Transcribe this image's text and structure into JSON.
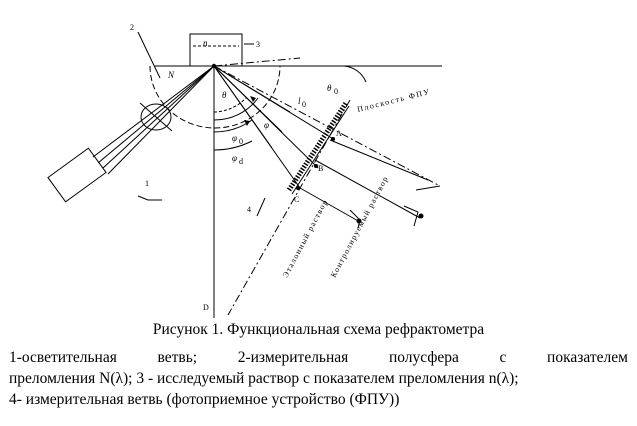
{
  "diagram": {
    "labels": {
      "n2": "2",
      "n3": "3",
      "n1": "1",
      "n4": "4",
      "N": "N",
      "nsmall": "n",
      "theta": "θ",
      "theta0": "θ",
      "theta0_sub": "0",
      "phi": "φ",
      "phi0": "φ",
      "phi0_sub": "0",
      "phi_d": "φ",
      "phi_d_sub": "d",
      "l0": "l",
      "l0_sub": "0",
      "A": "A",
      "B": "B",
      "C": "C",
      "D": "D",
      "plane": "Плоскость ФПУ",
      "etalon": "Эталонный раствор",
      "control": "Контролируемый раствор"
    }
  },
  "caption": "Рисунок 1. Функциональная схема рефрактометра",
  "legend": {
    "line1_words": [
      "1-осветительная",
      "ветвь;",
      "2-измерительная",
      "полусфера",
      "с",
      "показателем"
    ],
    "line2": "преломления N(λ); 3 - исследуемый раствор с показателем преломления n(λ);",
    "line3": "4- измерительная ветвь (фотоприемное устройство (ФПУ))"
  }
}
